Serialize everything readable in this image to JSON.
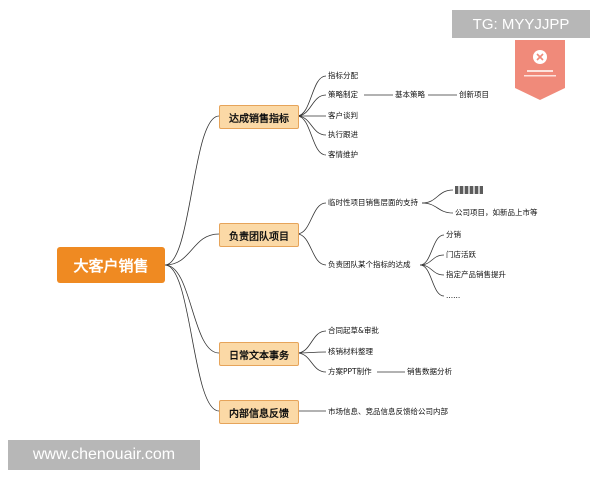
{
  "watermark_top": "TG: MYYJJPP",
  "watermark_bottom": "www.chenouair.com",
  "root": "大客户销售",
  "categories": [
    {
      "label": "达成销售指标",
      "items": [
        {
          "label": "指标分配"
        },
        {
          "label": "策略制定",
          "children": [
            {
              "label": "基本策略",
              "children": [
                {
                  "label": "创新项目"
                }
              ]
            }
          ]
        },
        {
          "label": "客户谈判"
        },
        {
          "label": "执行跟进"
        },
        {
          "label": "客情维护"
        }
      ]
    },
    {
      "label": "负责团队项目",
      "items": [
        {
          "label": "临时性项目销售层面的支持",
          "children": [
            {
              "label": ""
            },
            {
              "label": "公司项目，如新品上市等"
            }
          ]
        },
        {
          "label": "负责团队某个指标的达成",
          "children": [
            {
              "label": "分销"
            },
            {
              "label": "门店活跃"
            },
            {
              "label": "指定产品销售提升"
            },
            {
              "label": "......"
            }
          ]
        }
      ]
    },
    {
      "label": "日常文本事务",
      "items": [
        {
          "label": "合同起草&审批"
        },
        {
          "label": "核销材料整理"
        },
        {
          "label": "方案PPT制作",
          "children": [
            {
              "label": "销售数据分析"
            }
          ]
        }
      ]
    },
    {
      "label": "内部信息反馈",
      "items": [
        {
          "label": "市场信息、竞品信息反馈给公司内部"
        }
      ]
    }
  ],
  "colors": {
    "root": "#ef8a22",
    "category_fill": "#fbd9a6",
    "category_border": "#e6a45a",
    "line": "#333333",
    "badge": "#f08a7a"
  }
}
